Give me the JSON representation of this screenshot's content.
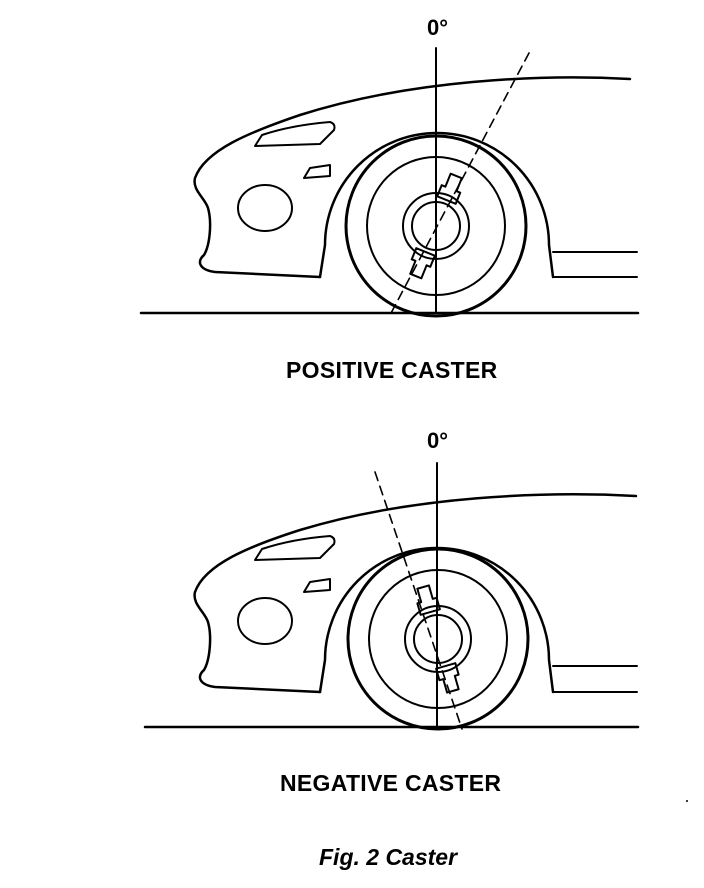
{
  "figure": {
    "caption": "Fig. 2 Caster"
  },
  "panels": [
    {
      "angle_label": "0°",
      "caption": "POSITIVE CASTER"
    },
    {
      "angle_label": "0°",
      "caption": "NEGATIVE CASTER"
    }
  ],
  "colors": {
    "line": "#000000",
    "background": "#ffffff"
  }
}
